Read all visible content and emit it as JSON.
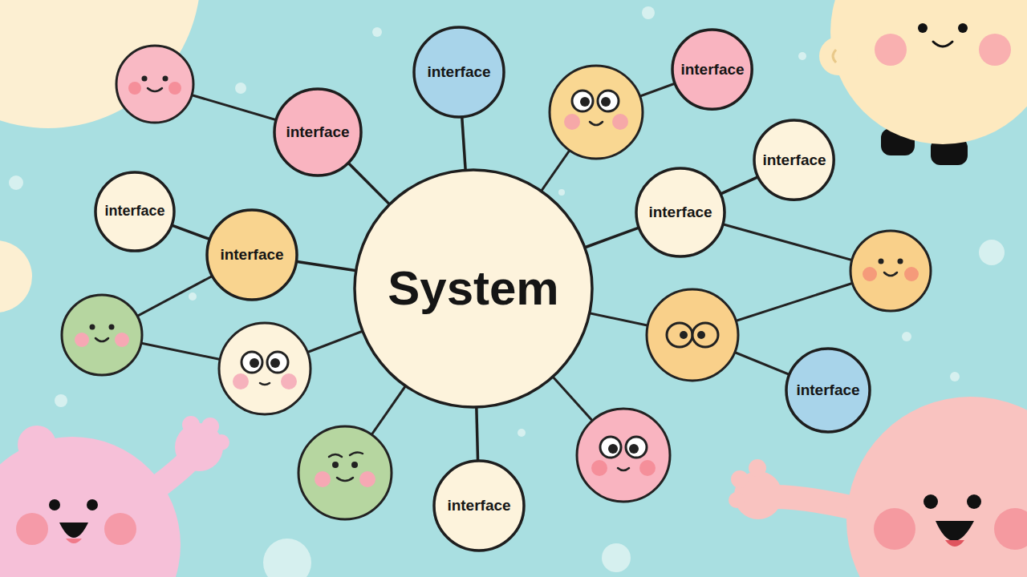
{
  "diagram": {
    "nodes": [
      {
        "text": [
          "interface"
        ]
      },
      {
        "text": [
          "interface"
        ]
      },
      {
        "text": [
          "interface"
        ]
      },
      {
        "text": [
          "interface"
        ]
      },
      {
        "text": [
          "interface"
        ]
      },
      {
        "text": [
          "interface"
        ]
      },
      {
        "text": [
          "interface"
        ]
      },
      {
        "text": [
          "System"
        ]
      },
      {
        "text": [
          "interface"
        ]
      },
      {
        "text": [
          "interface"
        ]
      }
    ],
    "edges": [
      {
        "from": 7,
        "to": 2,
        "arrow": "none"
      },
      {
        "from": 7,
        "to": 0,
        "arrow": "none"
      },
      {
        "from": 7,
        "to": 5,
        "arrow": "none"
      },
      {
        "from": 7,
        "to": 6,
        "arrow": "none"
      },
      {
        "from": 7,
        "to": 9,
        "arrow": "none"
      },
      {
        "from": 5,
        "to": 3,
        "arrow": "none"
      },
      {
        "from": 6,
        "to": 4,
        "arrow": "none"
      }
    ]
  }
}
